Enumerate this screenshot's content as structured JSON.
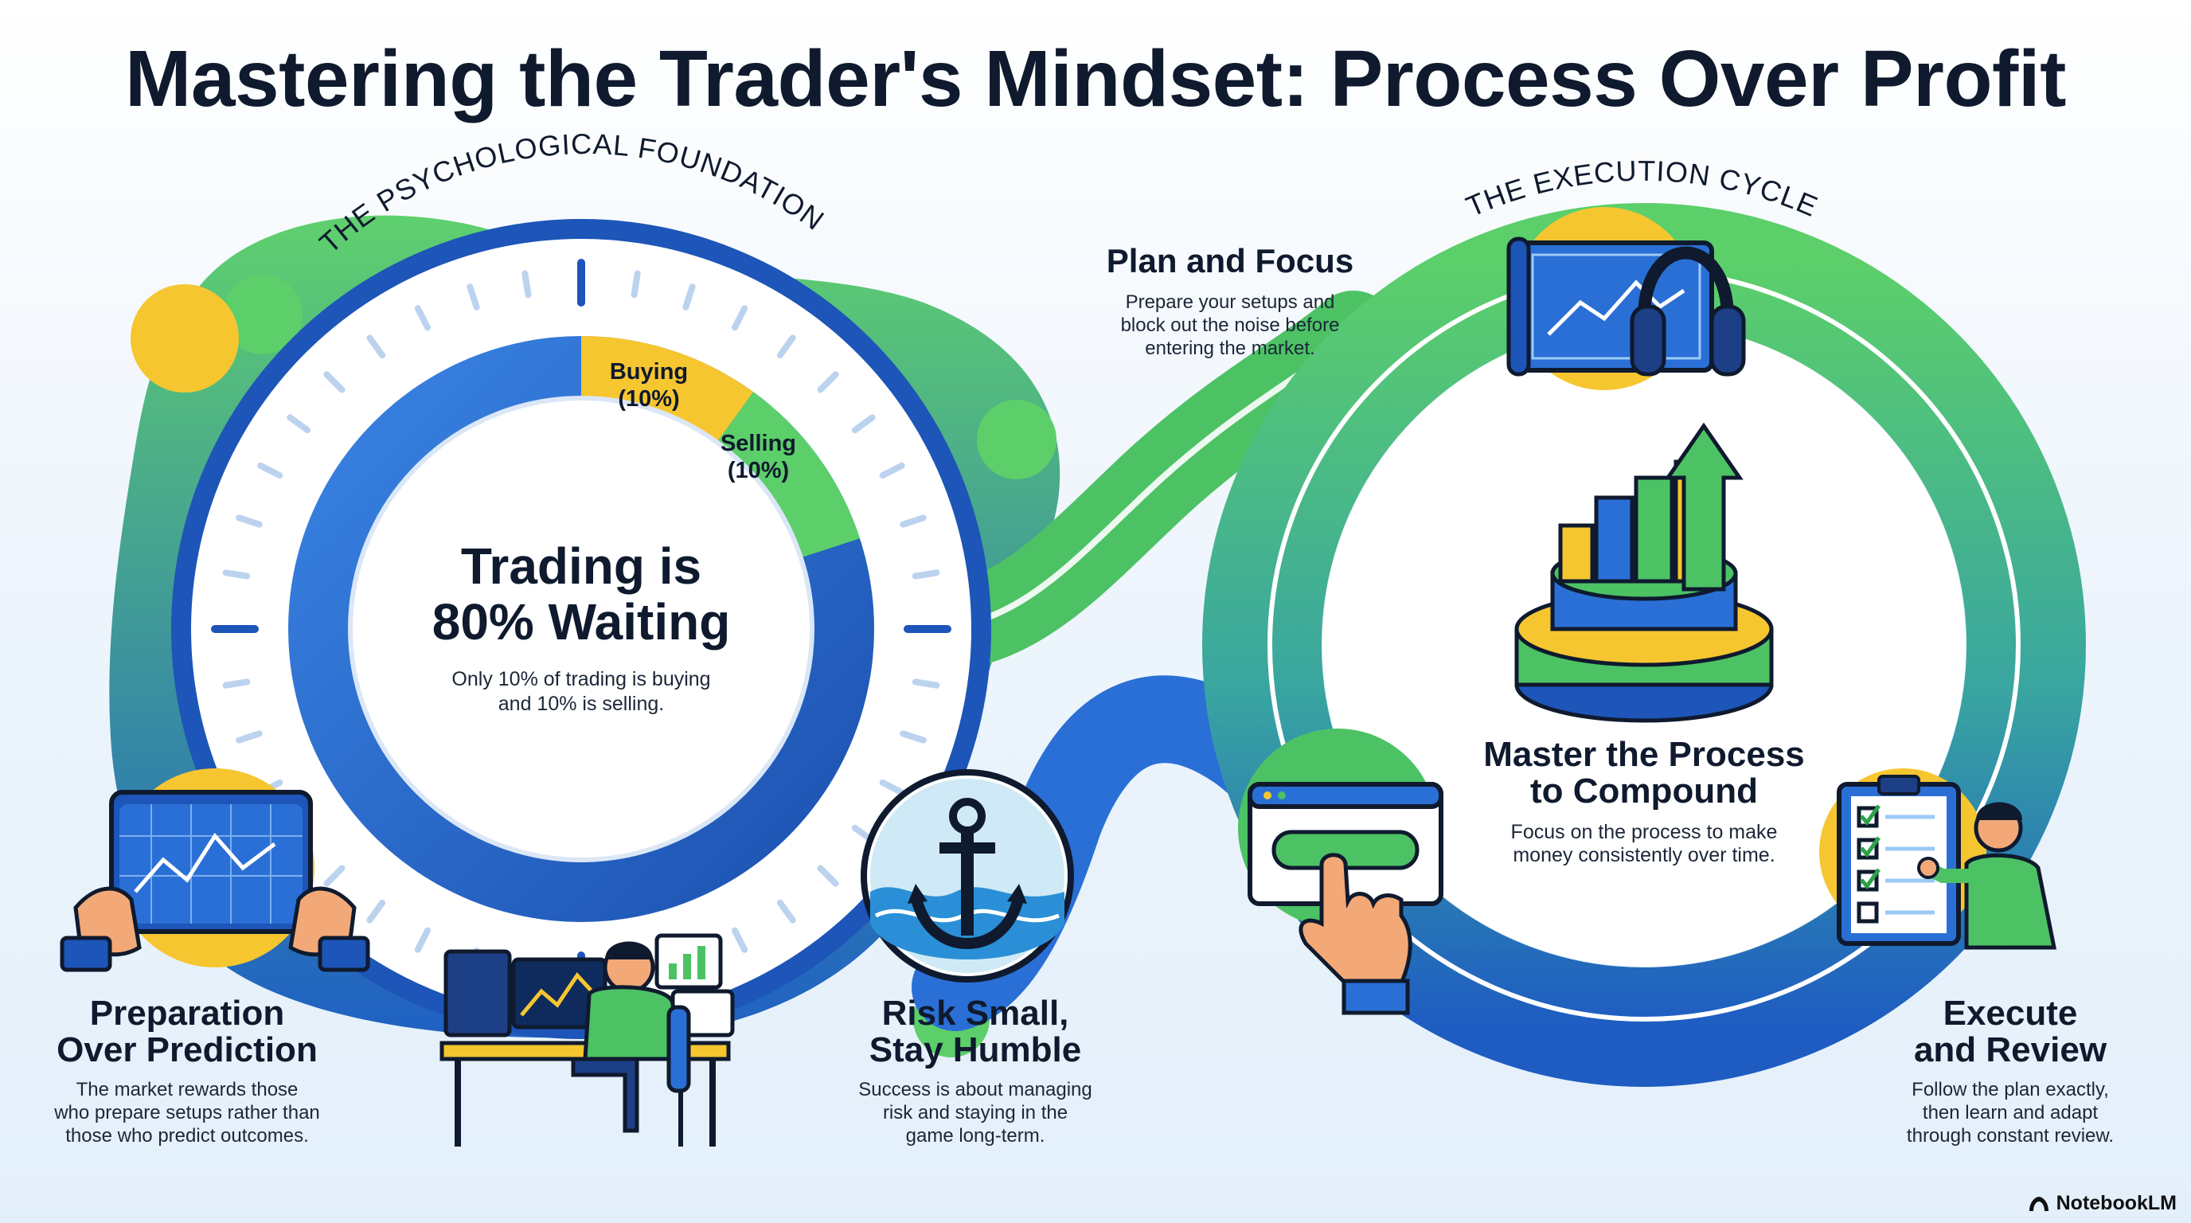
{
  "title": "Mastering the Trader's Mindset: Process Over Profit",
  "foundation": {
    "arc_label": "THE PSYCHOLOGICAL FOUNDATION",
    "headline_line1": "Trading is",
    "headline_line2": "80% Waiting",
    "desc_line1": "Only 10% of trading is buying",
    "desc_line2": "and 10% is selling.",
    "segments": [
      {
        "label": "Buying",
        "pct_text": "(10%)",
        "value": 10,
        "color": "#f6c630"
      },
      {
        "label": "Selling",
        "pct_text": "(10%)",
        "value": 10,
        "color": "#5ccf6a"
      },
      {
        "label": "Waiting",
        "value": 80,
        "color": "#2266d0"
      }
    ]
  },
  "preparation": {
    "title_line1": "Preparation",
    "title_line2": "Over Prediction",
    "body_line1": "The market rewards those",
    "body_line2": "who prepare setups rather than",
    "body_line3": "those who predict outcomes."
  },
  "risk": {
    "title_line1": "Risk Small,",
    "title_line2": "Stay Humble",
    "body_line1": "Success is about managing",
    "body_line2": "risk and staying in the",
    "body_line3": "game long-term."
  },
  "execution": {
    "arc_label": "THE EXECUTION CYCLE",
    "plan": {
      "title": "Plan and Focus",
      "body_line1": "Prepare your setups and",
      "body_line2": "block out the noise before",
      "body_line3": "entering the market."
    },
    "master": {
      "title_line1": "Master the Process",
      "title_line2": "to Compound",
      "body_line1": "Focus on the process to make",
      "body_line2": "money consistently over time."
    },
    "review": {
      "title_line1": "Execute",
      "title_line2": "and Review",
      "body_line1": "Follow the plan exactly,",
      "body_line2": "then learn and adapt",
      "body_line3": "through constant review."
    }
  },
  "brand": "NotebookLM",
  "colors": {
    "dark_blue": "#1d55b8",
    "blue": "#2a6fd6",
    "green": "#4cc265",
    "yellow": "#f6c630",
    "ink": "#0f1a2e"
  },
  "icons": [
    "tablet-chart-icon",
    "trader-desk-icon",
    "anchor-icon",
    "blueprint-headphones-icon",
    "growth-stack-icon",
    "button-press-icon",
    "checklist-icon",
    "notebooklm-logo-icon"
  ]
}
